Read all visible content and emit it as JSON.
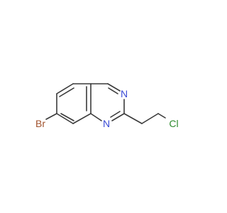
{
  "molecule": {
    "atoms": {
      "n1": {
        "label": "N",
        "color": "#3b4cd6"
      },
      "n3": {
        "label": "N",
        "color": "#3b4cd6"
      },
      "br": {
        "label": "Br",
        "color": "#a0522d"
      },
      "cl": {
        "label": "Cl",
        "color": "#2e8b2e"
      }
    },
    "bond_color": "#3a3a3a"
  }
}
